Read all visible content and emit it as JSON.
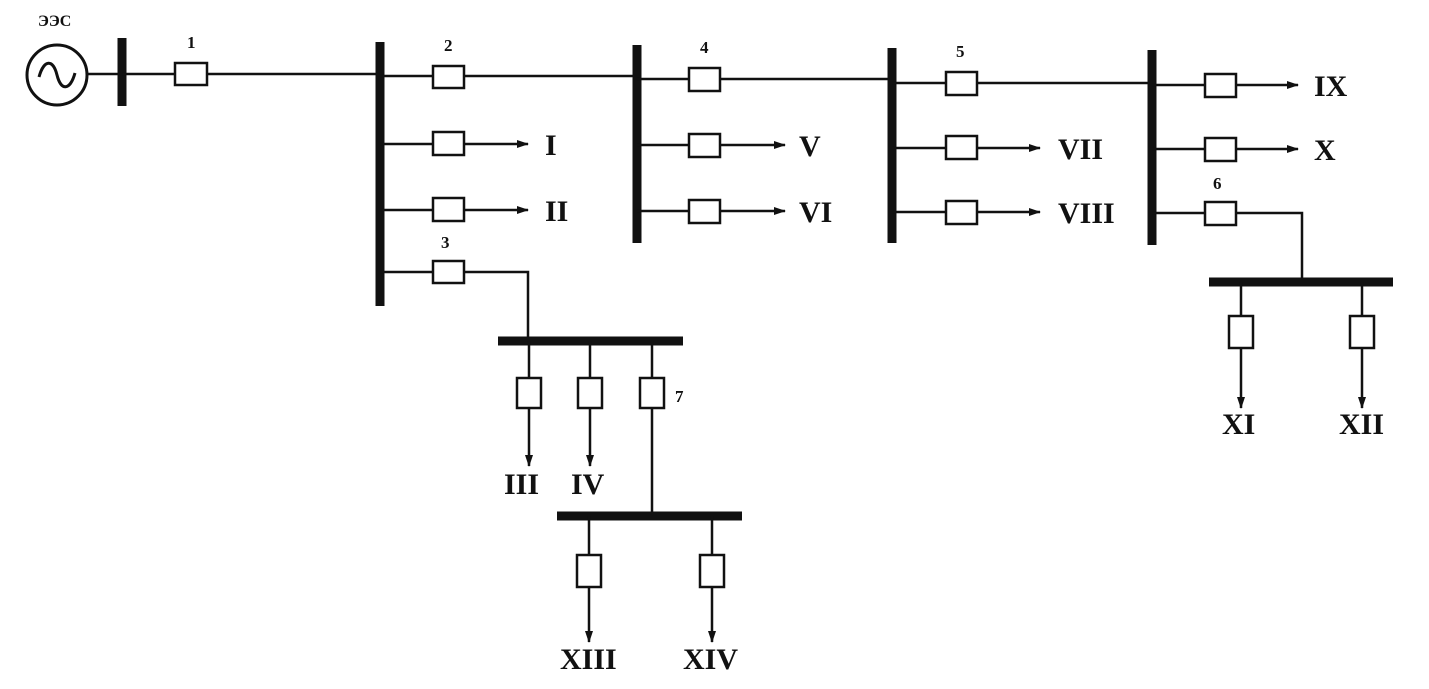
{
  "diagram": {
    "source_label": "ЭЭС",
    "breaker_numbers": [
      "1",
      "2",
      "3",
      "4",
      "5",
      "6",
      "7"
    ],
    "load_labels": [
      "I",
      "II",
      "III",
      "IV",
      "V",
      "VI",
      "VII",
      "VIII",
      "IX",
      "X",
      "XI",
      "XII",
      "XIII",
      "XIV"
    ]
  }
}
